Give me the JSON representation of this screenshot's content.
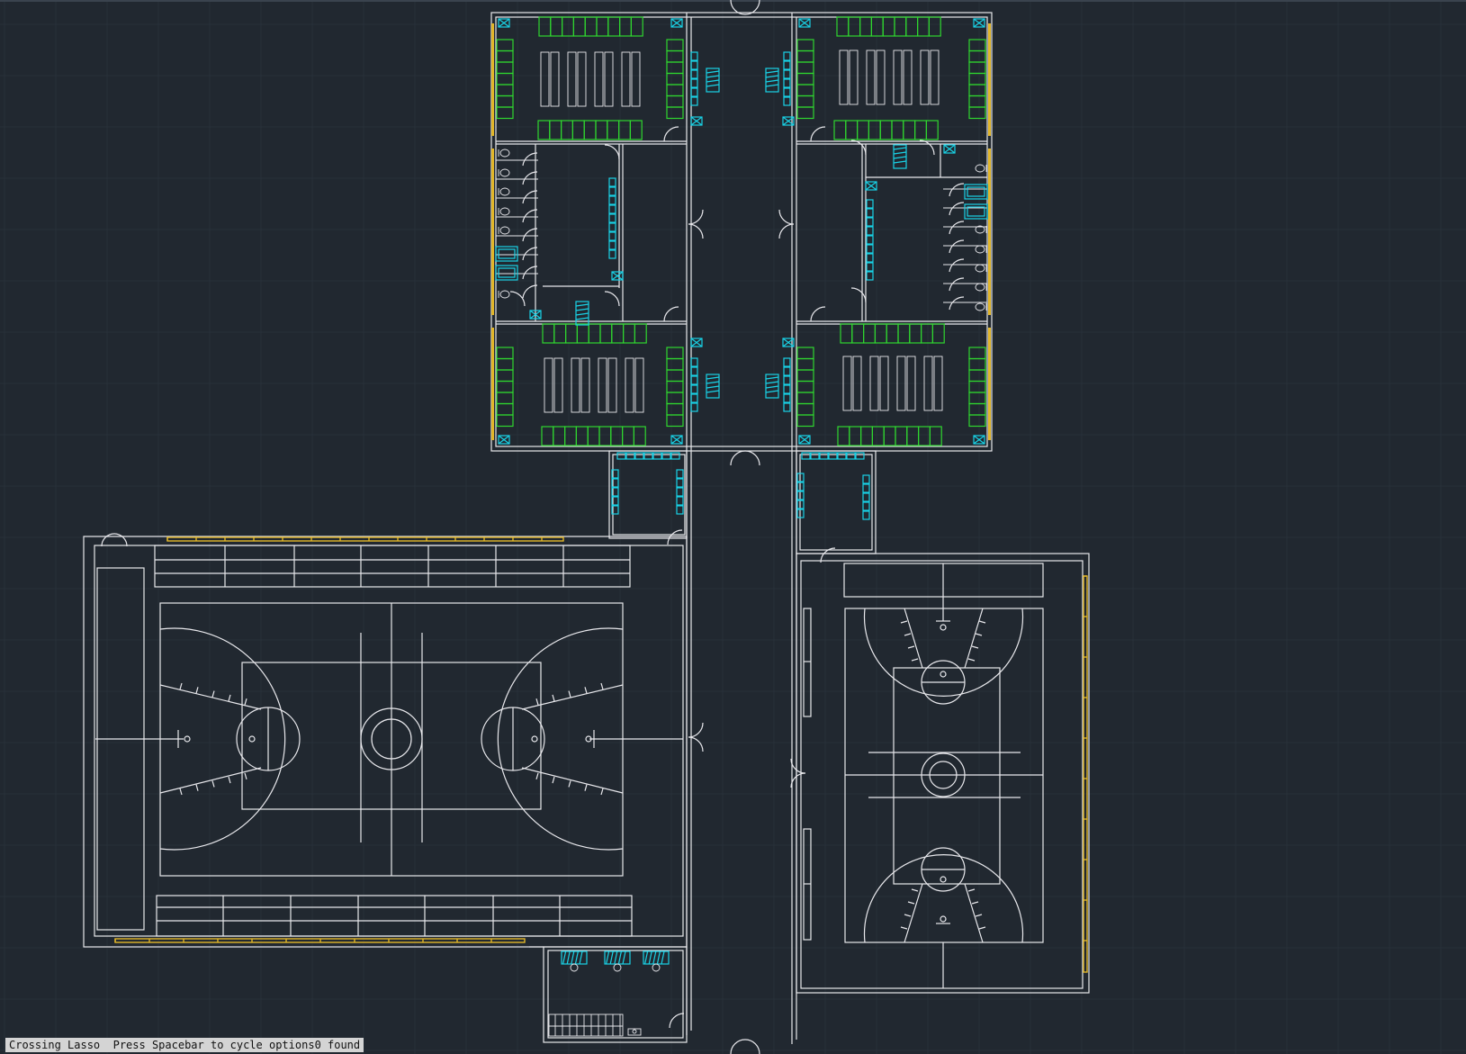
{
  "app": "CAD drawing viewport",
  "command_line": {
    "prompt": "Crossing Lasso  Press Spacebar to cycle options",
    "result": "0 found"
  },
  "colors": {
    "background": "#212830",
    "grid": "#2a323c",
    "walls": "#e8e8ec",
    "doors": "#e0119f",
    "furniture": "#2fd62f",
    "fixtures": "#19d2e6",
    "windows": "#e2b629"
  }
}
